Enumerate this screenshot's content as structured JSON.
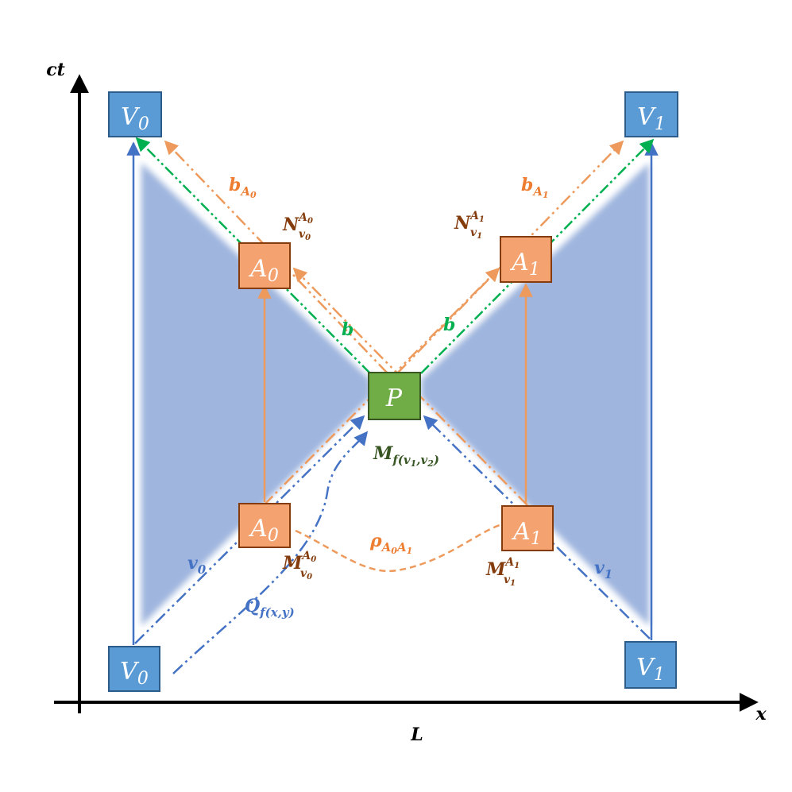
{
  "axes": {
    "y_label": "ct",
    "x_label": "x",
    "x_caption": "L"
  },
  "nodes": {
    "v0_top": {
      "label": "V",
      "sub": "0",
      "fill": "#5b9bd5"
    },
    "v1_top": {
      "label": "V",
      "sub": "1",
      "fill": "#5b9bd5"
    },
    "v0_bottom": {
      "label": "V",
      "sub": "0",
      "fill": "#5b9bd5"
    },
    "v1_bottom": {
      "label": "V",
      "sub": "1",
      "fill": "#5b9bd5"
    },
    "a0_upper": {
      "label": "A",
      "sub": "0",
      "fill": "#f4a26f"
    },
    "a1_upper": {
      "label": "A",
      "sub": "1",
      "fill": "#f4a26f"
    },
    "a0_lower": {
      "label": "A",
      "sub": "0",
      "fill": "#f4a26f"
    },
    "a1_lower": {
      "label": "A",
      "sub": "1",
      "fill": "#f4a26f"
    },
    "p": {
      "label": "P",
      "fill": "#70ad47"
    }
  },
  "annotations": {
    "b_a0": {
      "base": "b",
      "sub": "A",
      "subsub": "0"
    },
    "b_a1": {
      "base": "b",
      "sub": "A",
      "subsub": "1"
    },
    "b_left": {
      "base": "b"
    },
    "b_right": {
      "base": "b"
    },
    "n_v0_a0": {
      "base": "N",
      "sup": "A",
      "supsub": "0",
      "sub": "v",
      "subsub": "0"
    },
    "n_v1_a1": {
      "base": "N",
      "sup": "A",
      "supsub": "1",
      "sub": "v",
      "subsub": "1"
    },
    "m_f": {
      "base": "M",
      "sub": "f(v",
      "s1": "1",
      "mid": ",v",
      "s2": "2",
      "end": ")"
    },
    "rho": {
      "base": "ρ",
      "sub": "A",
      "s1": "0",
      "mid": "A",
      "s2": "1"
    },
    "m_v0_a0": {
      "base": "M",
      "sup": "A",
      "supsub": "0",
      "sub": "v",
      "subsub": "0"
    },
    "m_v1_a1": {
      "base": "M",
      "sup": "A",
      "supsub": "1",
      "sub": "v",
      "subsub": "1"
    },
    "v0_line": {
      "base": "v",
      "sub": "0"
    },
    "v1_line": {
      "base": "v",
      "sub": "1"
    },
    "q": {
      "base": "Q",
      "sub": "f(x,y)"
    }
  },
  "colors": {
    "axis": "#000000",
    "shade": "#9fb5de",
    "blue": "#4472c4",
    "orange": "#ed9a5c",
    "green": "#00b050",
    "dark_brown": "#843c0c",
    "orange_text": "#ed7d31",
    "dark_green": "#375623",
    "node_border": "#2e5c8a",
    "a_border": "#843c0c",
    "p_border": "#385723"
  }
}
